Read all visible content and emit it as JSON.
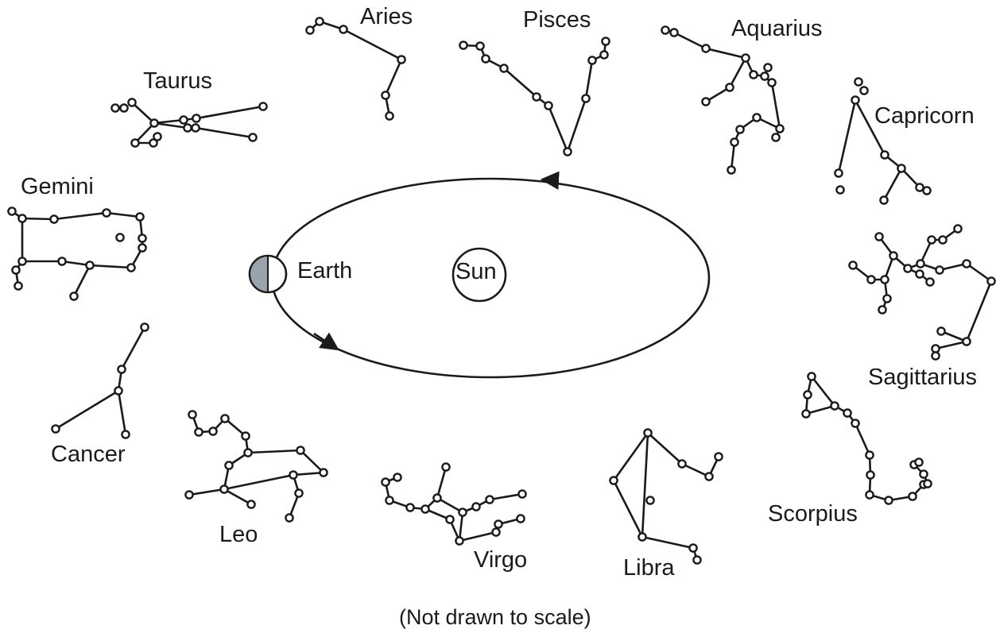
{
  "labels": {
    "aries": "Aries",
    "pisces": "Pisces",
    "aquarius": "Aquarius",
    "taurus": "Taurus",
    "capricorn": "Capricorn",
    "gemini": "Gemini",
    "sagittarius": "Sagittarius",
    "cancer": "Cancer",
    "scorpius": "Scorpius",
    "leo": "Leo",
    "virgo": "Virgo",
    "libra": "Libra",
    "earth": "Earth",
    "sun": "Sun",
    "note": "(Not drawn to scale)"
  },
  "colors": {
    "ink": "#1a1a1a",
    "earth_shadow": "#9aa3ab",
    "background": "#ffffff"
  },
  "orbit_direction": "counterclockwise"
}
